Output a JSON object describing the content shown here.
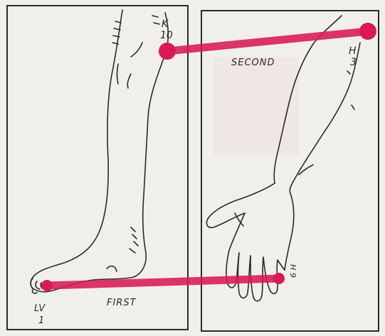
{
  "panels": {
    "left": {
      "points": [
        {
          "code": "K",
          "number": "10"
        },
        {
          "code": "LV",
          "number": "1"
        }
      ]
    },
    "right": {
      "points": [
        {
          "code": "H",
          "number": "3"
        },
        {
          "code": "H",
          "number": "9"
        }
      ]
    }
  },
  "connections": [
    {
      "label": "FIRST",
      "from": "LV 1",
      "to": "H 9"
    },
    {
      "label": "SECOND",
      "from": "K 10",
      "to": "H 3"
    }
  ],
  "colors": {
    "paper": "#f1efe9",
    "ink": "#2a2a2a",
    "connection": "#d81b55"
  }
}
